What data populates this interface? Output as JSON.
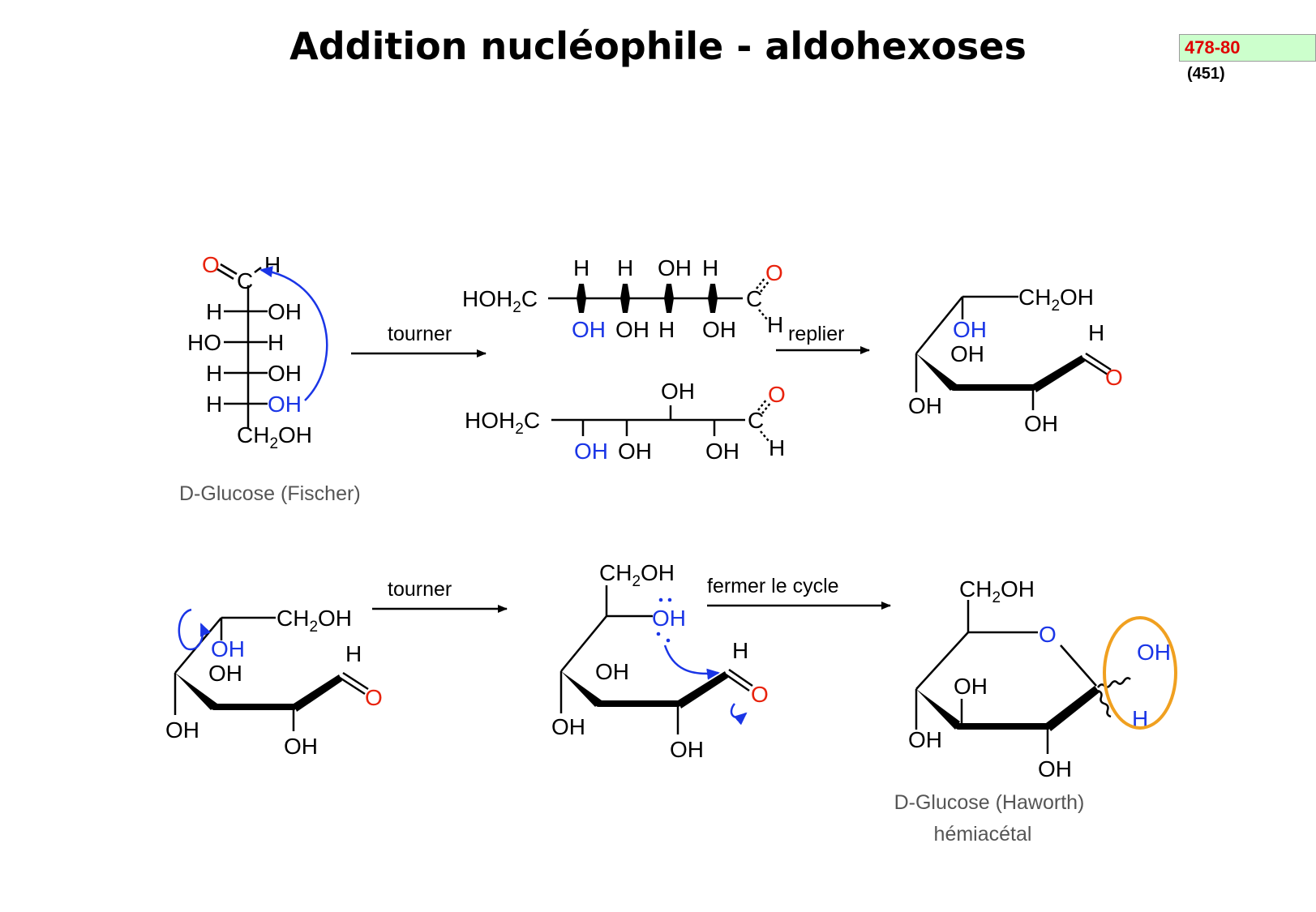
{
  "title": "Addition nucléophile - aldohexoses",
  "reference": {
    "pages": "478-80",
    "sub": "(451)"
  },
  "colors": {
    "nucleophile": "#1a35e6",
    "oxygen": "#e8220c",
    "highlight": "#f0a020",
    "reference_bg": "#ccffcc"
  },
  "atoms": {
    "H": "H",
    "OH": "OH",
    "HO": "HO",
    "O": "O",
    "C": "C",
    "CH2": "CH",
    "OH_after_sub": "OH",
    "HOH": "HOH",
    "C_after_sub": "C",
    "two": "2"
  },
  "steps": {
    "rotate_1": "tourner",
    "fold": "replier",
    "rotate_2": "tourner",
    "close_ring": "fermer le cycle"
  },
  "captions": {
    "fischer": "D-Glucose (Fischer)",
    "haworth": "D-Glucose (Haworth)",
    "hemiacetal": "hémiacétal"
  }
}
